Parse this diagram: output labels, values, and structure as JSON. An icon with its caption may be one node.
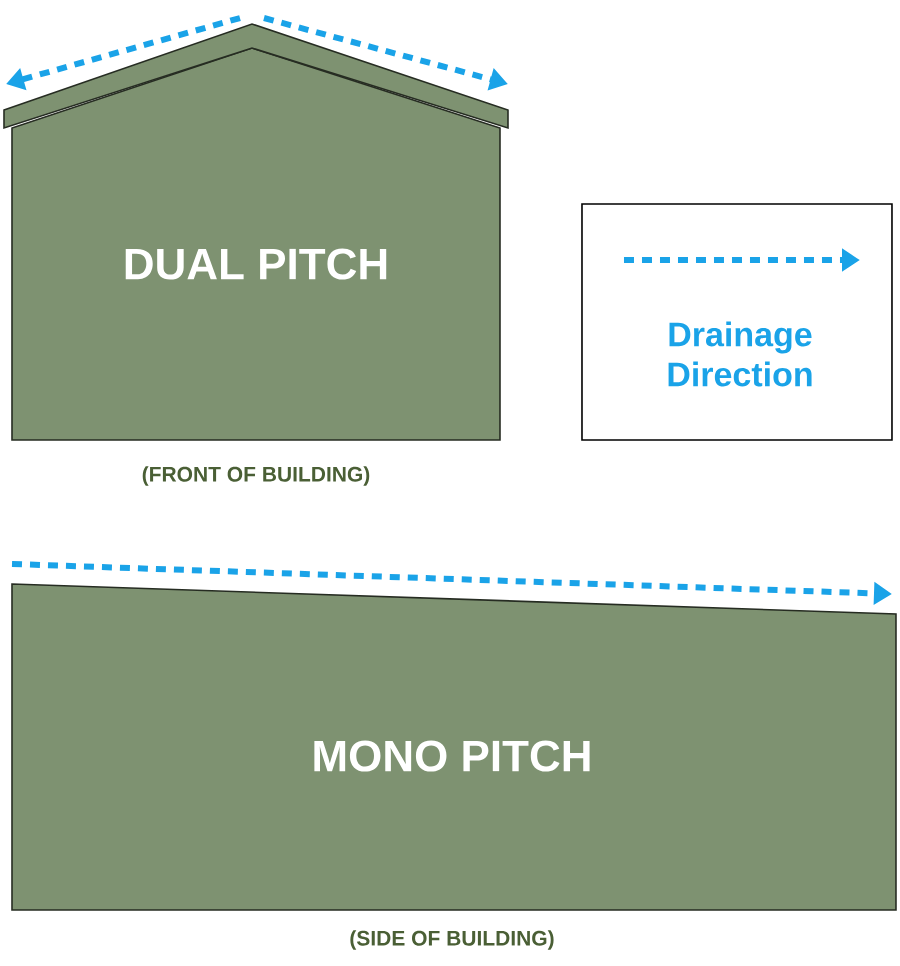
{
  "diagram": {
    "nodes": [
      {
        "text": [
          "DUAL PITCH"
        ],
        "beside": [
          "(FRONT OF BUILDING)"
        ]
      },
      {
        "text": [
          "MONO PITCH"
        ],
        "beside": [
          "(SIDE OF BUILDING)"
        ]
      }
    ],
    "legend": [
      {
        "text": "Drainage Direction"
      }
    ]
  }
}
